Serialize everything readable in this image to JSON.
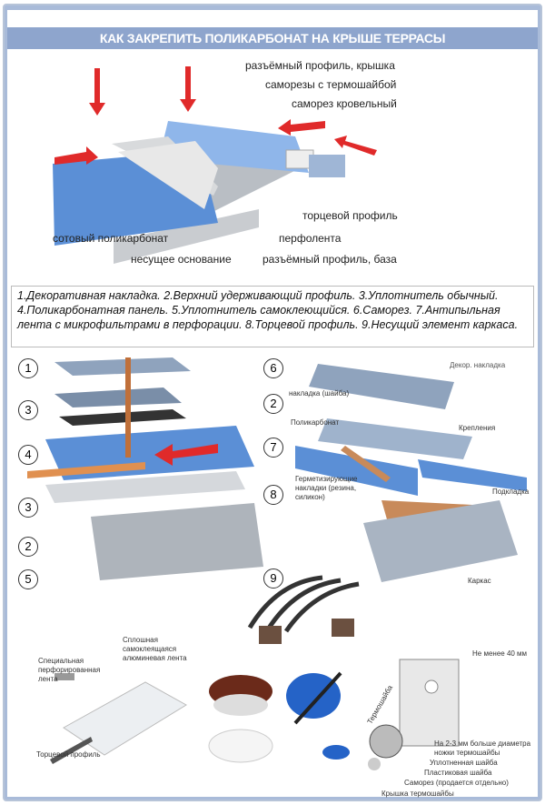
{
  "title": "КАК ЗАКРЕПИТЬ ПОЛИКАРБОНАТ НА КРЫШЕ ТЕРРАСЫ",
  "top_diagram": {
    "labels": [
      "разъёмный профиль, крышка",
      "саморезы с термошайбой",
      "саморез кровельный",
      "торцевой профиль",
      "перфолента",
      "сотовый поликарбонат",
      "несущее основание",
      "разъёмный профиль, база"
    ]
  },
  "legend_text": "1.Декоративная накладка. 2.Верхний удерживающий профиль. 3.Уплотнитель обычный. 4.Поликарбонатная панель. 5.Уплотнитель самоклеющийся. 6.Саморез. 7.Антипыльная лента с микрофильтрами в перфорации. 8.Торцевой профиль. 9.Несущий элемент каркаса.",
  "exploded": {
    "numbers": [
      "1",
      "6",
      "3",
      "2",
      "4",
      "7",
      "3",
      "8",
      "2",
      "5",
      "9"
    ]
  },
  "right_diagram": {
    "labels": [
      "Декор. накладка",
      "накладка (шайба)",
      "Поликарбонат",
      "Крепления",
      "Герметизирующие накладки (резина, силикон)",
      "Подкладка",
      "Каркас"
    ]
  },
  "bottom_left": {
    "labels": [
      "Сплошная самоклеящаяся алюминевая лента",
      "Специальная перфорированная лента",
      "Торцевой профиль"
    ]
  },
  "bottom_right": {
    "labels": [
      "Не менее 40 мм",
      "Термошайба",
      "На 2-3 мм больше диаметра ножки термошайбы",
      "Уплотненная шайба",
      "Пластиковая шайба",
      "Саморез (продается отдельно)",
      "Крышка термошайбы"
    ]
  },
  "colors": {
    "frame": "#a9bbd9",
    "title_bg": "#8ea5cd",
    "poly": "#5b8fd6",
    "arrow": "#e02a2a"
  }
}
